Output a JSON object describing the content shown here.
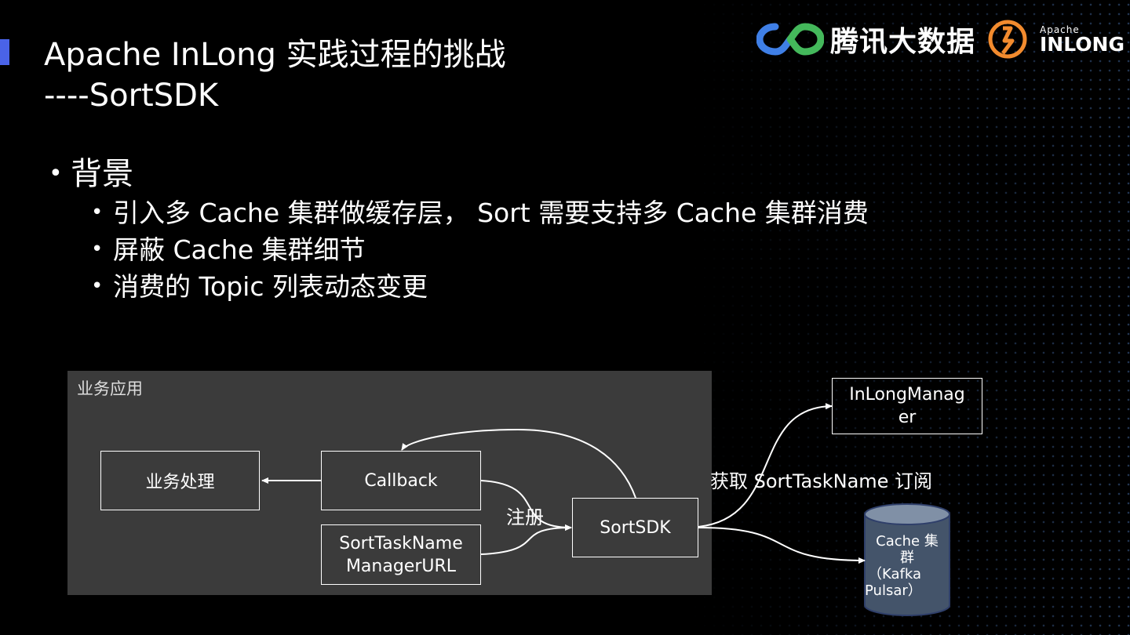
{
  "slide": {
    "title_line1": "Apache InLong 实践过程的挑战",
    "title_line2": "----SortSDK",
    "bullets": {
      "main": "背景",
      "items": [
        "引入多 Cache 集群做缓存层， Sort 需要支持多 Cache 集群消费",
        "屏蔽 Cache 集群细节",
        "消费的 Topic 列表动态变更"
      ]
    }
  },
  "logos": {
    "tencent": "腾讯大数据",
    "inlong_small": "Apache",
    "inlong_big": "INLONG"
  },
  "diagram": {
    "panel_label": "业务应用",
    "biz_process": "业务处理",
    "callback": "Callback",
    "sorttask_line1": "SortTaskName",
    "sorttask_line2": "ManagerURL",
    "register": "注册",
    "sortsdk": "SortSDK",
    "manager_line1": "InLongManag",
    "manager_line2": "er",
    "fetch_label": "获取 SortTaskName 订阅",
    "cache_line1": "Cache 集",
    "cache_line2": "群",
    "cache_line3": "（Kafka",
    "cache_line4": "Pulsar）"
  }
}
